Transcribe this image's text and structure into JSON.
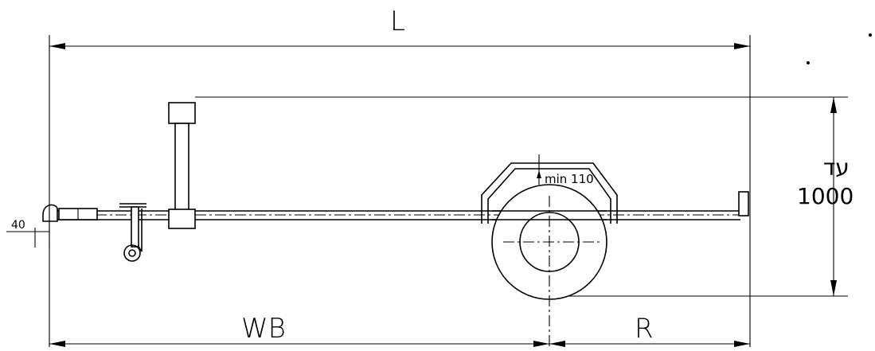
{
  "labels": {
    "length": "L",
    "wheelbase": "WB",
    "rear_overhang": "R",
    "height_prefix": "עד",
    "height_value": "1000",
    "min_clearance": "min  110",
    "hitch_offset": "40"
  }
}
